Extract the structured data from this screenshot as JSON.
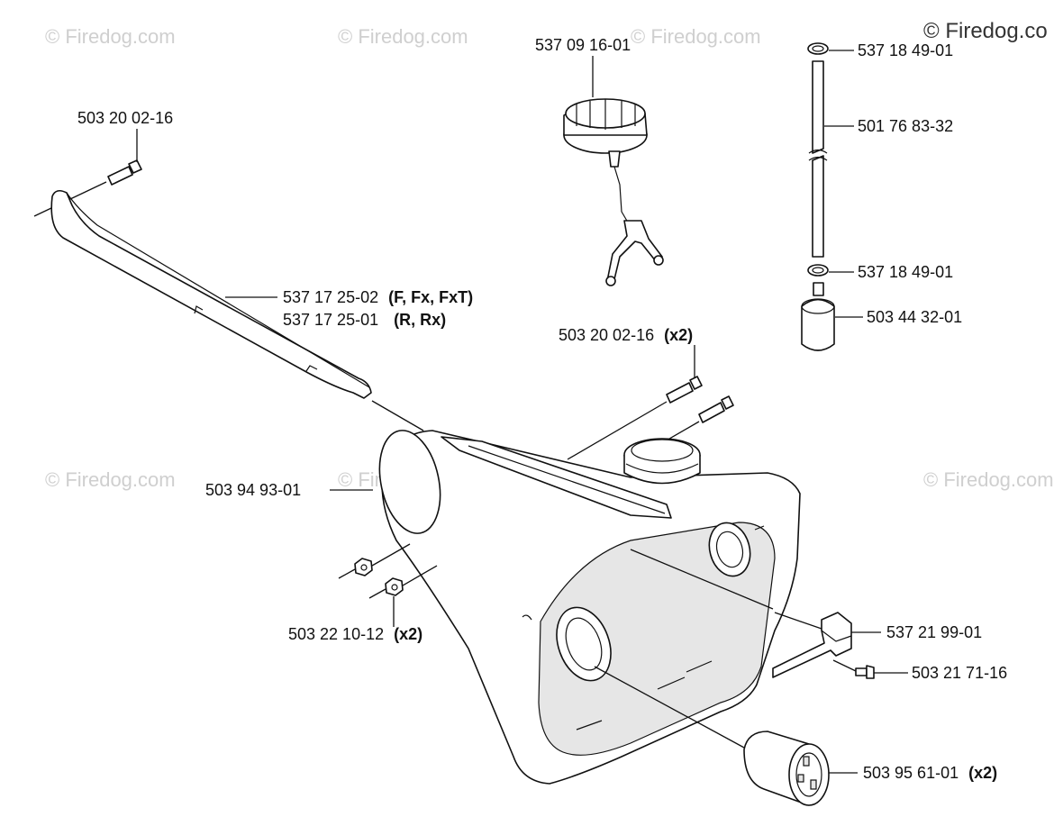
{
  "watermarks": {
    "text": "© Firedog.com",
    "corner": "© Firedog.co"
  },
  "labels": {
    "cap": "537 09 16-01",
    "oring_top": "537 18 49-01",
    "fuel_hose": "501 76 83-32",
    "oring_bottom": "537 18 49-01",
    "fuel_filter": "503 44 32-01",
    "screw_top": "503 20 02-16",
    "shaft_tube_a_num": "537 17 25-02",
    "shaft_tube_a_suffix": "(F, Fx, FxT)",
    "shaft_tube_b_num": "537 17 25-01",
    "shaft_tube_b_suffix": "(R, Rx)",
    "screw_pair_num": "503 20 02-16",
    "screw_pair_qty": "(x2)",
    "tank": "503 94 93-01",
    "nut_num": "503 22 10-12",
    "nut_qty": "(x2)",
    "bracket": "537 21 99-01",
    "screw_bracket": "503 21 71-16",
    "damper_num": "503 95 61-01",
    "damper_qty": "(x2)"
  }
}
